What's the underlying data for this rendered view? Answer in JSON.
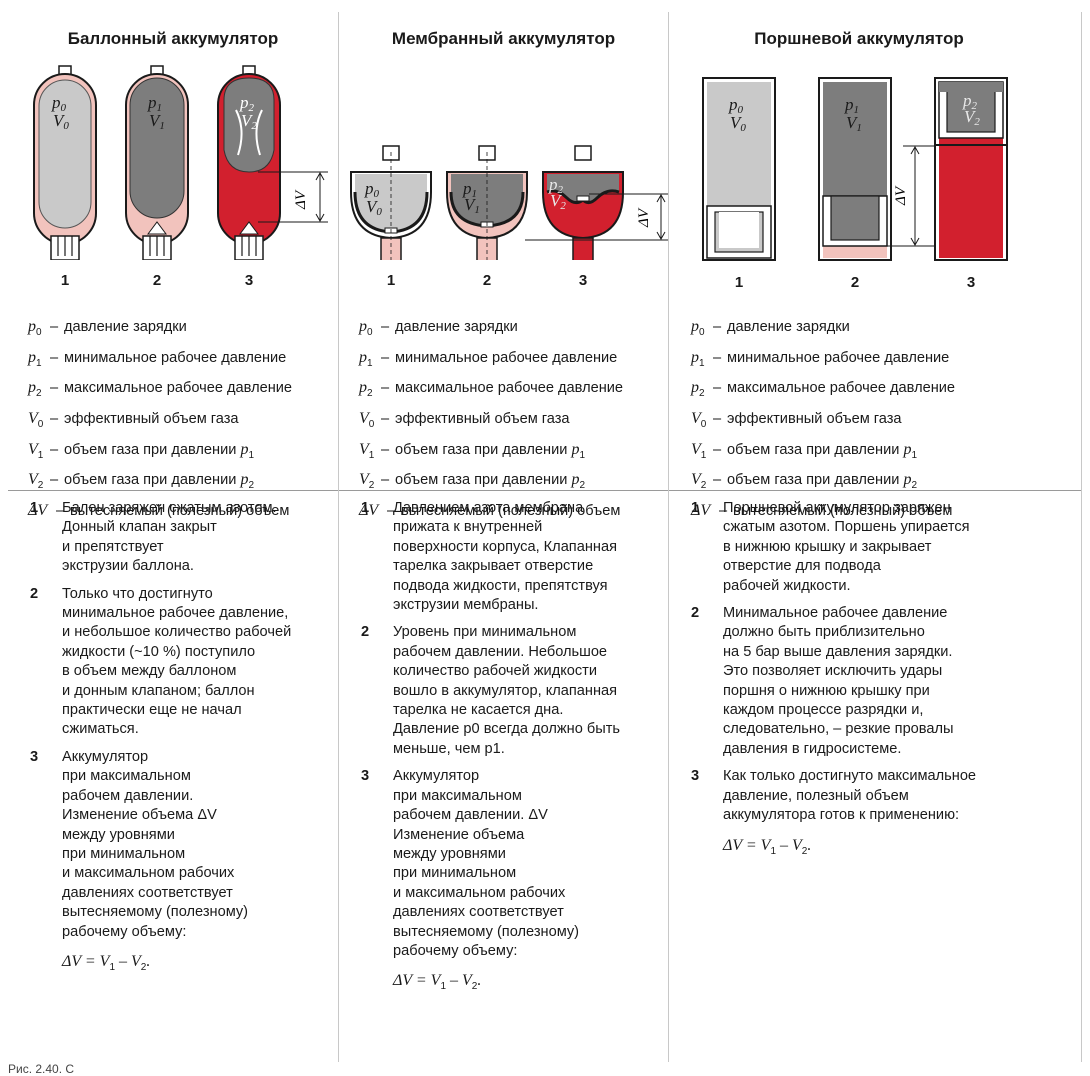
{
  "colors": {
    "gas_light": "#c9c9c9",
    "gas_dark": "#7d7d7d",
    "fluid_red": "#d2202e",
    "fluid_pink": "#f2c3bd",
    "outline": "#1a1a1a"
  },
  "figure_labels": {
    "p0": "p",
    "p0_sub": "0",
    "p1": "p",
    "p1_sub": "1",
    "p2": "p",
    "p2_sub": "2",
    "v0": "V",
    "v0_sub": "0",
    "v1": "V",
    "v1_sub": "1",
    "v2": "V",
    "v2_sub": "2",
    "dv": "ΔV"
  },
  "state_numbers": [
    "1",
    "2",
    "3"
  ],
  "legend": [
    {
      "sym": "p",
      "sub": "0",
      "text": "давление зарядки"
    },
    {
      "sym": "p",
      "sub": "1",
      "text": "минимальное рабочее давление"
    },
    {
      "sym": "p",
      "sub": "2",
      "text": "максимальное рабочее давление"
    },
    {
      "sym": "V",
      "sub": "0",
      "text": "эффективный объем газа"
    },
    {
      "sym": "V",
      "sub": "1",
      "text": "объем газа при давлении ",
      "tail_sym": "p",
      "tail_sub": "1"
    },
    {
      "sym": "V",
      "sub": "2",
      "text": "объем газа при давлении ",
      "tail_sym": "p",
      "tail_sub": "2"
    },
    {
      "sym": "ΔV",
      "sub": "",
      "text": "вытесняемый (полезный) объем"
    }
  ],
  "legend_dash": "–",
  "formula": {
    "lhs": "ΔV = V",
    "s1": "1",
    "mid": " – V",
    "s2": "2",
    "end": "."
  },
  "columns": [
    {
      "title": "Баллонный аккумулятор",
      "steps": [
        {
          "n": "1",
          "text": "Балон заряжен сжатым азотом.\nДонный клапан закрыт\nи препятствует\nэкструзии баллона."
        },
        {
          "n": "2",
          "text": "Только что достигнуто\nминимальное рабочее давление,\nи небольшое количество рабочей\nжидкости (~10 %) поступило\nв объем между баллоном\nи донным клапаном; баллон\nпрактически еще не начал\nсжиматься."
        },
        {
          "n": "3",
          "text": "Аккумулятор\nпри   максимальном\nрабочем   давлении.\nИзменение  объема  ΔV\nмежду   уровнями\nпри   минимальном\nи   максимальном   рабочих\nдавлениях  соответствует\nвытесняемому   (полезному)\nрабочему  объему:"
        }
      ]
    },
    {
      "title": "Мембранный аккумулятор",
      "steps": [
        {
          "n": "1",
          "text": "Давлением  азота  мембрана\nприжата  к  внутренней\nповерхности  корпуса, Клапанная\nтарелка  закрывает  отверстие\nподвода  жидкости,  препятствуя\nэкструзии  мембраны."
        },
        {
          "n": "2",
          "text": "Уровень при минимальном\nрабочем давлении. Небольшое\nколичество рабочей жидкости\nвошло в аккумулятор, клапанная\nтарелка не касается дна.\nДавление p0 всегда должно быть\nменьше, чем p1."
        },
        {
          "n": "3",
          "text": "Аккумулятор\nпри   максимальном\nрабочем   давлении.  ΔV\nИзменение   объема\nмежду  уровнями\nпри   минимальном\nи   максимальном   рабочих\nдавлениях  соответствует\nвытесняемому   (полезному)\nрабочему   объему:"
        }
      ]
    },
    {
      "title": "Поршневой аккумулятор",
      "steps": [
        {
          "n": "1",
          "text": "Поршневой аккумулятор заряжен\nсжатым азотом. Поршень упирается\nв нижнюю крышку и закрывает\nотверстие для подвода\nрабочей жидкости."
        },
        {
          "n": "2",
          "text": "Минимальное рабочее давление\nдолжно  быть  приблизительно\nна  5  бар  выше  давления  зарядки.\nЭто позволяет исключить удары\nпоршня  о  нижнюю  крышку  при\nкаждом  процессе  разрядки  и,\nследовательно,  –  резкие  провалы\nдавления  в  гидросистеме."
        },
        {
          "n": "3",
          "text": "Как  только  достигнуто  максимальное\nдавление,  полезный  объем\nаккумулятора  готов  к  применению:"
        }
      ]
    }
  ],
  "caption": "Рис. 2.40. С"
}
